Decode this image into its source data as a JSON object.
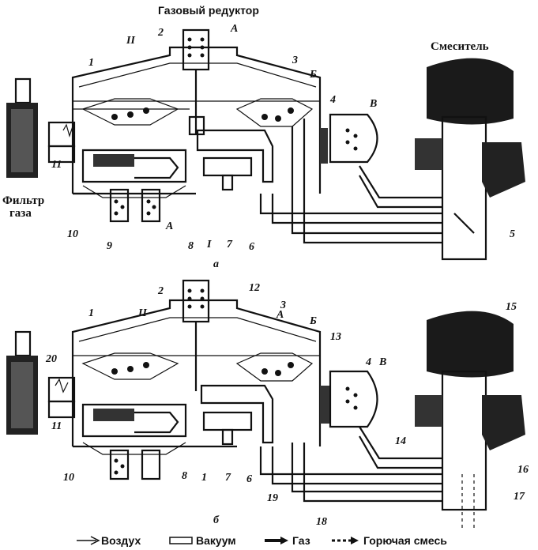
{
  "title_top": "Газовый редуктор",
  "labels": {
    "mixer_a": "Смеситель",
    "filter_line1": "Фильтр",
    "filter_line2": "газа",
    "sub_a": "а",
    "sub_b": "б"
  },
  "part_numbers_a": [
    "1",
    "2",
    "3",
    "4",
    "5",
    "6",
    "7",
    "8",
    "9",
    "10",
    "11",
    "I",
    "II",
    "А",
    "Б",
    "В",
    "А"
  ],
  "part_numbers_b": [
    "1",
    "2",
    "3",
    "4",
    "6",
    "7",
    "8",
    "10",
    "11",
    "12",
    "13",
    "14",
    "15",
    "16",
    "17",
    "18",
    "19",
    "20",
    "II",
    "А",
    "Б",
    "В"
  ],
  "legend": [
    {
      "key": "air",
      "label": "Воздух"
    },
    {
      "key": "vacuum",
      "label": "Вакуум"
    },
    {
      "key": "gas",
      "label": "Газ"
    },
    {
      "key": "mix",
      "label": "Горючая смесь"
    }
  ]
}
